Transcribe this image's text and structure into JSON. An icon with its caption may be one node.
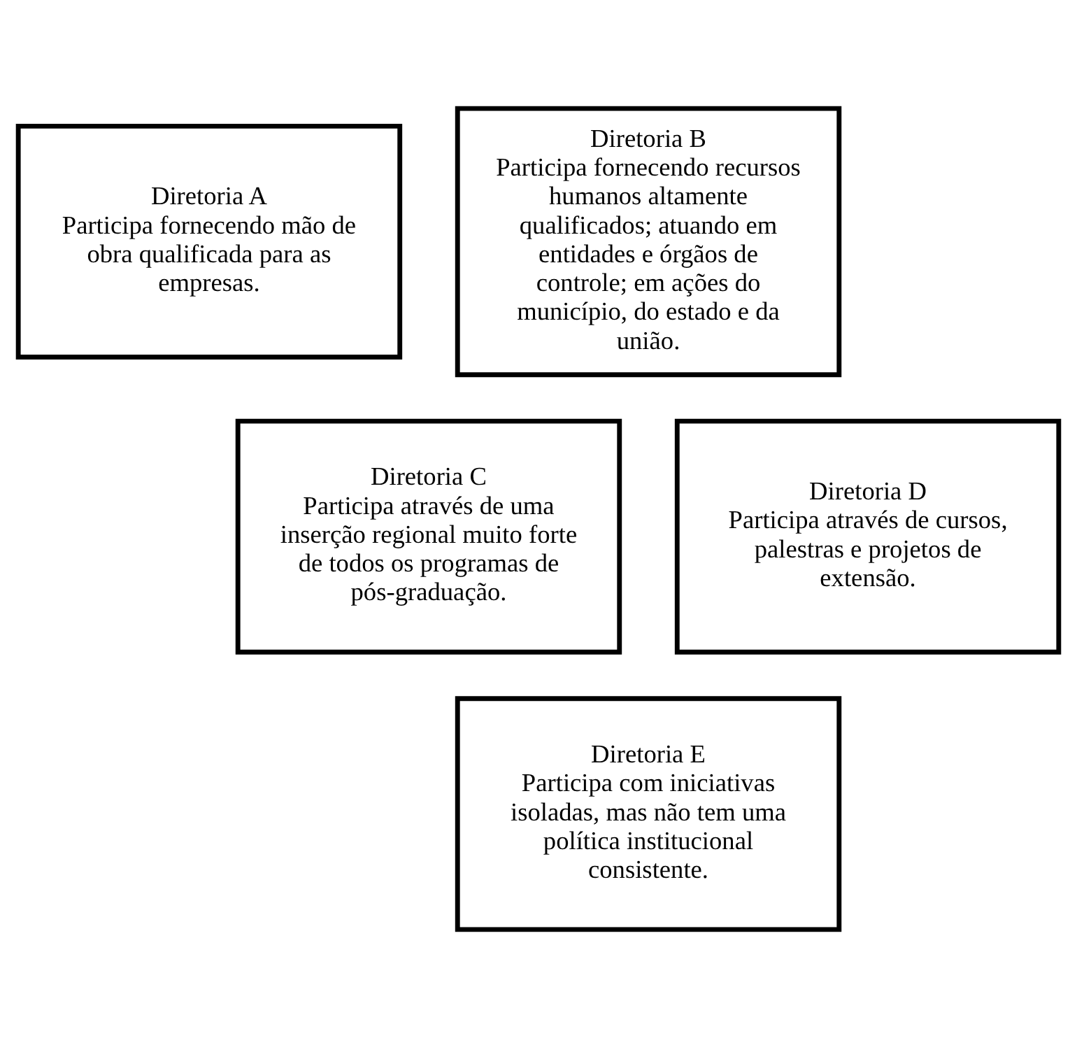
{
  "diagram": {
    "nodes": [
      {
        "text": [
          "Diretoria A",
          "Participa fornecendo mão de obra qualificada para as empresas."
        ]
      },
      {
        "text": [
          "Diretoria B",
          "Participa fornecendo recursos humanos altamente qualificados; atuando em entidades e órgãos de controle; em ações do município, do estado e da união."
        ]
      },
      {
        "text": [
          "Diretoria C",
          "Participa através de uma inserção regional muito forte de todos os programas de pós-graduação."
        ]
      },
      {
        "text": [
          "Diretoria D",
          "Participa através de cursos, palestras e projetos de extensão."
        ]
      },
      {
        "text": [
          "Diretoria E",
          "Participa com iniciativas isoladas, mas não tem uma política institucional consistente."
        ]
      }
    ]
  }
}
